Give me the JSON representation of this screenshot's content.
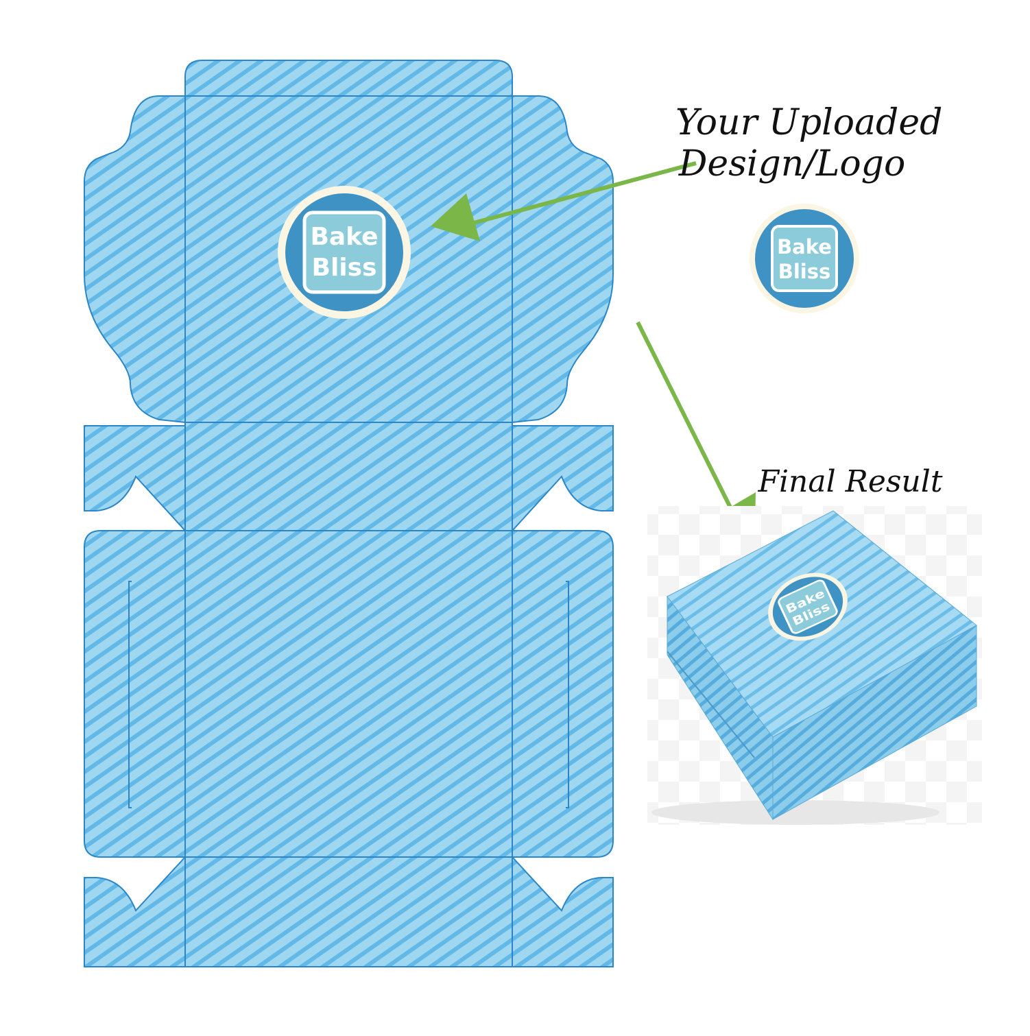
{
  "callouts": {
    "uploaded_line1": "Your Uploaded",
    "uploaded_line2": "Design/Logo",
    "final_result": "Final Result"
  },
  "logo": {
    "word1": "Bake",
    "word2": "Bliss"
  },
  "colors": {
    "box_fill": "#9fd7f1",
    "box_stripe": "#5fb7e6",
    "die_line": "#2a86c7",
    "arrow": "#7ab648",
    "logo_ring": "#fbf6e3",
    "logo_disc": "#3f93c4",
    "logo_square": "#8ccbd9",
    "logo_text": "#ffffff"
  }
}
